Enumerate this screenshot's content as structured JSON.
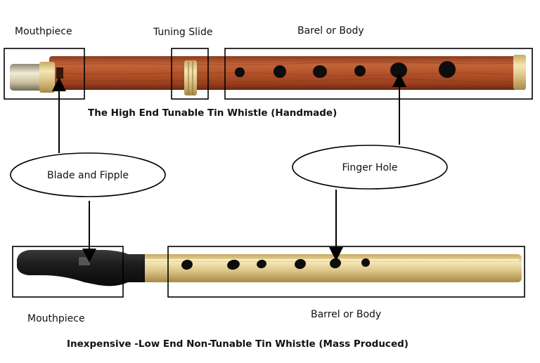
{
  "top_whistle": {
    "labels": {
      "mouthpiece": "Mouthpiece",
      "tuning_slide": "Tuning Slide",
      "body": "Barel or Body"
    },
    "caption": "The High End Tunable Tin Whistle (Handmade)"
  },
  "bottom_whistle": {
    "labels": {
      "mouthpiece": "Mouthpiece",
      "body": "Barrel or Body"
    },
    "caption": "Inexpensive -Low End Non-Tunable Tin Whistle (Mass Produced)"
  },
  "callouts": {
    "blade_fipple": "Blade and Fipple",
    "finger_hole": "Finger Hole"
  },
  "colors": {
    "wood": "#b5532b",
    "wood_dark": "#7a2e14",
    "brass": "#d4b770",
    "brass_light": "#f3e6b3",
    "metal_ring": "#d9c48a",
    "mouthpiece_black": "#1e1e1e",
    "hole": "#0d0d0d",
    "outline": "#000000"
  },
  "holes_per_whistle": 6
}
